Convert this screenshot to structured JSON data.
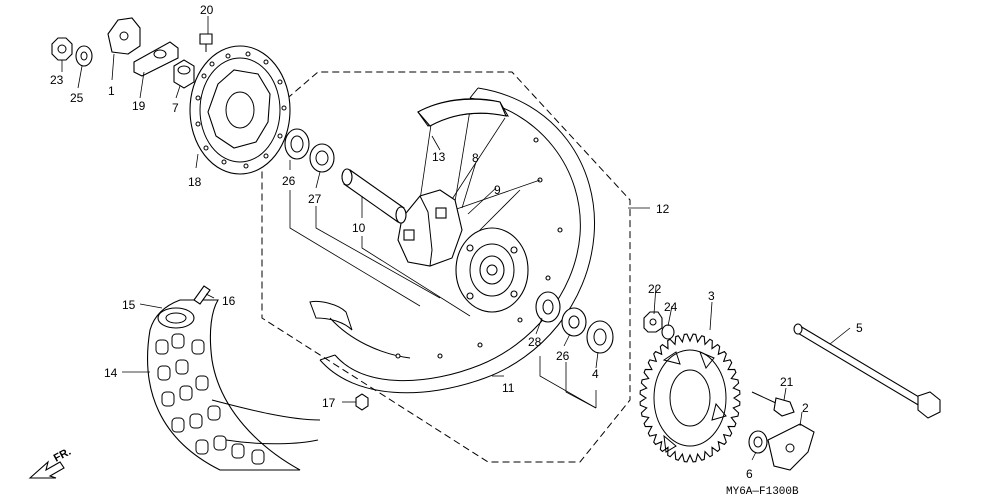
{
  "diagram": {
    "code": "MY6A—F1300B",
    "direction_label": "FR.",
    "callouts": [
      {
        "id": "c1",
        "label": "1"
      },
      {
        "id": "c2",
        "label": "2"
      },
      {
        "id": "c3",
        "label": "3"
      },
      {
        "id": "c4",
        "label": "4"
      },
      {
        "id": "c5",
        "label": "5"
      },
      {
        "id": "c6",
        "label": "6"
      },
      {
        "id": "c7",
        "label": "7"
      },
      {
        "id": "c8",
        "label": "8"
      },
      {
        "id": "c9",
        "label": "9"
      },
      {
        "id": "c10",
        "label": "10"
      },
      {
        "id": "c11",
        "label": "11"
      },
      {
        "id": "c12",
        "label": "12"
      },
      {
        "id": "c13",
        "label": "13"
      },
      {
        "id": "c14",
        "label": "14"
      },
      {
        "id": "c15",
        "label": "15"
      },
      {
        "id": "c16",
        "label": "16"
      },
      {
        "id": "c17",
        "label": "17"
      },
      {
        "id": "c18",
        "label": "18"
      },
      {
        "id": "c19",
        "label": "19"
      },
      {
        "id": "c20",
        "label": "20"
      },
      {
        "id": "c21",
        "label": "21"
      },
      {
        "id": "c22",
        "label": "22"
      },
      {
        "id": "c23",
        "label": "23"
      },
      {
        "id": "c24",
        "label": "24"
      },
      {
        "id": "c25",
        "label": "25"
      },
      {
        "id": "c26a",
        "label": "26"
      },
      {
        "id": "c26b",
        "label": "26"
      },
      {
        "id": "c27",
        "label": "27"
      },
      {
        "id": "c28",
        "label": "28"
      }
    ]
  }
}
